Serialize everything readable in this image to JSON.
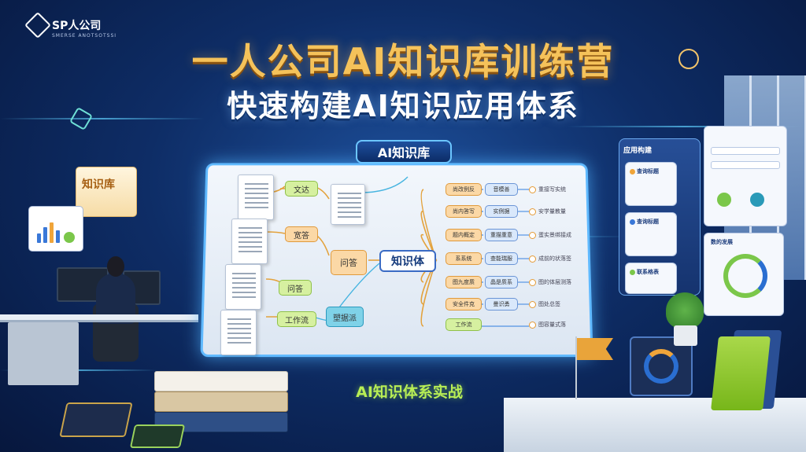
{
  "brand": {
    "logo_text": "SP人公司",
    "logo_sub": "SMERSE ANOTSOTSSI"
  },
  "titles": {
    "main": "一人公司AI知识库训练营",
    "sub": "快速构建AI知识应用体系"
  },
  "board": {
    "header": "AI知识库",
    "center_node": "知识体",
    "left_nodes": [
      "文达",
      "宽答",
      "问答",
      "工作流"
    ],
    "mid_nodes": [
      "问答",
      "塑据派"
    ],
    "right_col1": [
      "尚改例反",
      "尚内答写",
      "题内概定",
      "系系统",
      "图九度质",
      "安全件克",
      "工作流"
    ],
    "right_col2": [
      "音模善",
      "实例据",
      "重描重意",
      "查能瑞服",
      "晶是质系",
      "曼识勇",
      ""
    ],
    "leaves": [
      "重接写实统",
      "安学量教量",
      "蛋实景绑接成",
      "成前的状落签",
      "图的体层测落",
      "图处总签",
      "图容量式落"
    ]
  },
  "footer_label": "AI知识体系实战",
  "left_card": {
    "title": "知识库"
  },
  "app_panel": {
    "title": "应用构建",
    "card1_title": "查询标题",
    "card2_title": "查询标题",
    "card3_title": "联系格表",
    "side_title": "数的发展",
    "colors": {
      "accent": "#f5c25a",
      "board_border": "#5fb9ff",
      "green": "#b8ee55"
    }
  },
  "icons": [
    "logo-diamond-icon",
    "hex-icon",
    "ring-icon",
    "flag-icon",
    "chip-icon",
    "doc-icon"
  ]
}
